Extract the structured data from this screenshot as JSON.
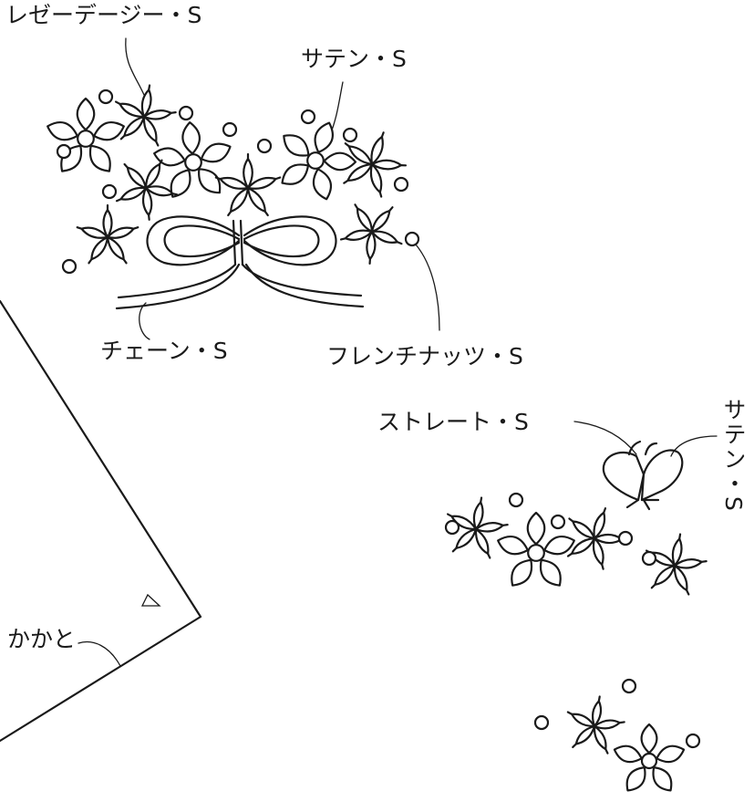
{
  "labels": {
    "lazy_daisy": "レゼーデージー・S",
    "satin_top": "サテン・S",
    "chain": "チェーン・S",
    "french_knots": "フレンチナッツ・S",
    "straight": "ストレート・S",
    "satin_vertical": "サテン・S",
    "heel": "かかと"
  },
  "colors": {
    "ink": "#1a1a1a",
    "paper": "#ffffff"
  }
}
